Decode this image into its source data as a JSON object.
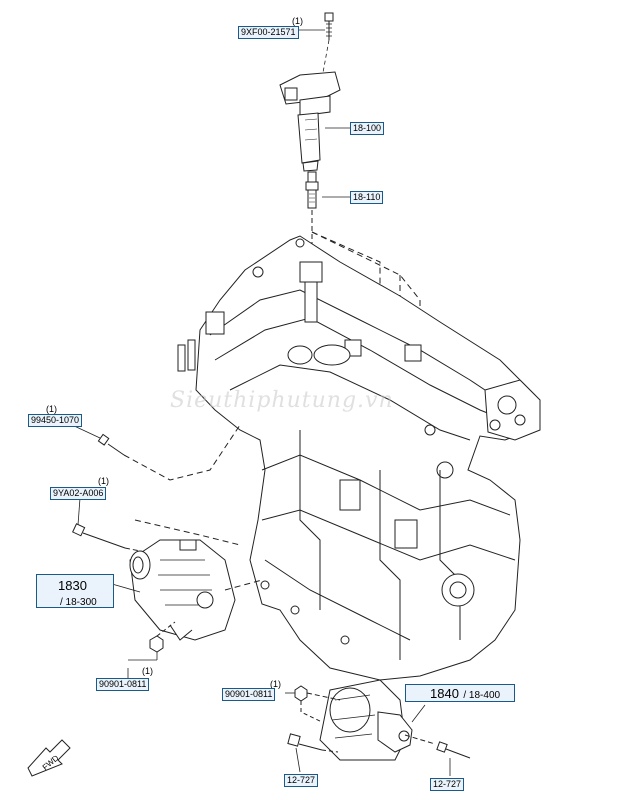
{
  "callouts": {
    "bolt_top": {
      "code": "9XF00-21571",
      "qty": "(1)"
    },
    "coil": {
      "code": "18-100"
    },
    "plug": {
      "code": "18-110"
    },
    "bolt_left_1": {
      "code": "99450-1070",
      "qty": "(1)"
    },
    "bolt_left_2": {
      "code": "9YA02-A006",
      "qty": "(1)"
    },
    "alternator": {
      "code": "1830",
      "ref": "/ 18-300"
    },
    "nut_alt": {
      "code": "90901-0811",
      "qty": "(1)"
    },
    "nut_starter": {
      "code": "90901-0811",
      "qty": "(1)"
    },
    "starter": {
      "code": "1840",
      "ref": "/ 18-400"
    },
    "bolt_bottom_1": {
      "code": "12-727"
    },
    "bolt_bottom_2": {
      "code": "12-727"
    }
  },
  "fwd_label": "FWD",
  "watermark": "Sieuthiphutung.vn",
  "colors": {
    "line": "#222222",
    "callout_border": "#1a5a8a",
    "callout_fill": "#eaf3fb"
  }
}
